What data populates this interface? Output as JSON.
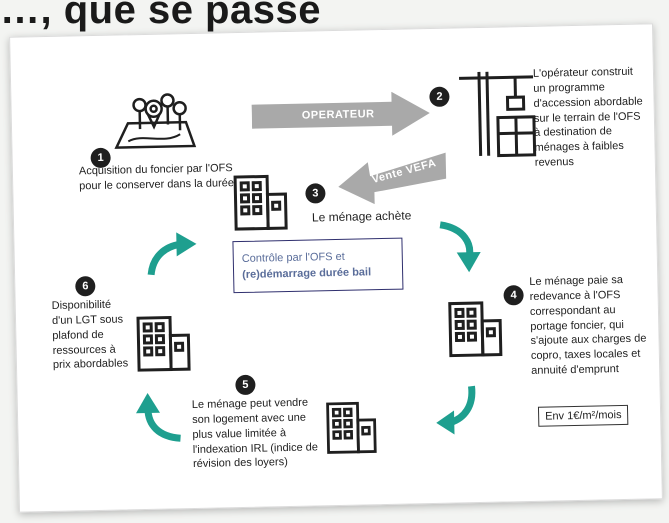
{
  "heading": "…, que se passe",
  "steps": [
    {
      "num": "1",
      "text": "Acquisition du foncier par l'OFS pour le conserver dans la durée"
    },
    {
      "num": "2",
      "text": "L'opérateur construit un programme d'accession abordable sur le terrain de l'OFS à destination de ménages à faibles revenus"
    },
    {
      "num": "3",
      "text": "Le ménage achète"
    },
    {
      "num": "4",
      "text": "Le ménage paie sa redevance à l'OFS correspondant au portage foncier, qui s'ajoute aux charges de copro, taxes locales et annuité d'emprunt"
    },
    {
      "num": "5",
      "text": "Le ménage peut vendre son logement avec une plus value limitée à l'indexation IRL (indice de révision des loyers)"
    },
    {
      "num": "6",
      "text": "Disponibilité d'un LGT sous plafond de ressources à prix abordables"
    }
  ],
  "arrows": {
    "operator_label": "OPERATEUR",
    "vefa_label": "Vente VEFA"
  },
  "control_box": {
    "line1": "Contrôle  par l'OFS et",
    "line2": "(re)démarrage durée bail"
  },
  "price_label": "Env 1€/m²/mois",
  "colors": {
    "teal": "#1e9f8f",
    "grey_arrow": "#a9a9a9",
    "icon": "#1f1f1f"
  },
  "icons": [
    "land-pins-icon",
    "construction-crane-icon",
    "building-icon"
  ]
}
